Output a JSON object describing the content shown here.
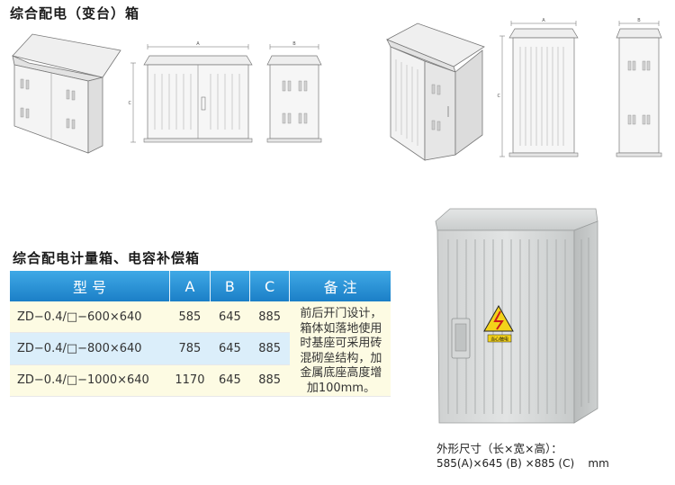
{
  "section1": {
    "title": "综合配电（变台）箱"
  },
  "section2": {
    "title": "综合配电计量箱、电容补偿箱"
  },
  "dims": {
    "a": "A",
    "b": "B",
    "c": "C"
  },
  "table": {
    "headers": [
      "型 号",
      "A",
      "B",
      "C",
      "备 注"
    ],
    "rows": [
      {
        "model": "ZD−0.4/□−600×640",
        "a": "585",
        "b": "645",
        "c": "885"
      },
      {
        "model": "ZD−0.4/□−800×640",
        "a": "785",
        "b": "645",
        "c": "885"
      },
      {
        "model": "ZD−0.4/□−1000×640",
        "a": "1170",
        "b": "645",
        "c": "885"
      }
    ],
    "note_lines": [
      "前后开门设计，",
      "箱体如落地使用",
      "时基座可采用砖",
      "混砌垒结构，加",
      "金属底座高度增",
      "加100mm。"
    ]
  },
  "product": {
    "warning_label": "当心触电",
    "caption_line1": "外形尺寸（长×宽×高）：",
    "caption_line2": "585(A)×645 (B) ×885 (C)    mm"
  }
}
